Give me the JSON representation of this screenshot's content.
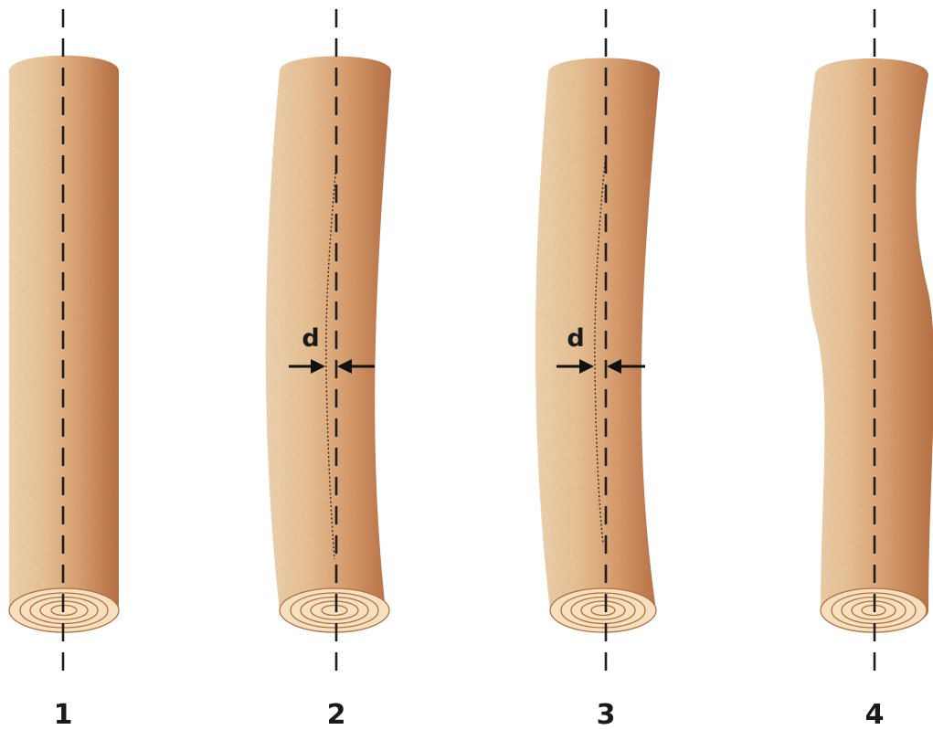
{
  "figure": {
    "logs": [
      {
        "label": "1",
        "shape": "straight",
        "deviation_label": ""
      },
      {
        "label": "2",
        "shape": "single bend",
        "deviation_label": "d"
      },
      {
        "label": "3",
        "shape": "single bend",
        "deviation_label": "d"
      },
      {
        "label": "4",
        "shape": "double bend",
        "deviation_label": ""
      }
    ],
    "colors": {
      "wood_light": "#f5dcb6",
      "wood_mid": "#e0a878",
      "wood_dark": "#b8683a",
      "rings": "#b0703f",
      "axis": "#1e1e1e",
      "text": "#1a1a1a"
    }
  }
}
